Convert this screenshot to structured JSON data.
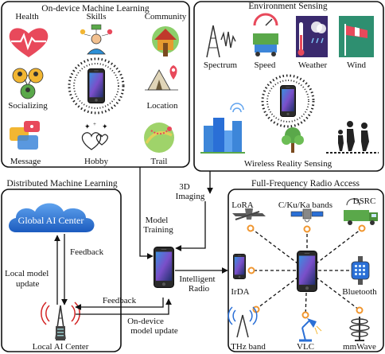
{
  "panels": {
    "on_device": {
      "title": "On-device Machine Learning",
      "top_labels": [
        "Health",
        "Skills",
        "Community"
      ],
      "items": [
        "Socializing",
        "Location",
        "Message",
        "Hobby",
        "Trail"
      ]
    },
    "environment": {
      "title": "Environment Sensing",
      "items": [
        "Spectrum",
        "Speed",
        "Weather",
        "Wind"
      ],
      "subtitle": "Wireless Reality Sensing"
    },
    "distributed": {
      "title": "Distributed Machine Learning",
      "cloud_label": "Global AI Center",
      "feedback_top": "Feedback",
      "local_update_line1": "Local model",
      "local_update_line2": "update",
      "feedback_bottom": "Feedback",
      "ondevice_line1": "On-device",
      "ondevice_line2": "model update",
      "tower_label": "Local AI Center"
    },
    "radio": {
      "title": "Full-Frequency Radio Access",
      "nodes": [
        "LoRA",
        "C/Ku/Ka bands",
        "DSRC",
        "IrDA",
        "Bluetooth",
        "THz band",
        "VLC",
        "mmWave"
      ]
    }
  },
  "center": {
    "imaging_line1": "3D",
    "imaging_line2": "Imaging",
    "training_line1": "Model",
    "training_line2": "Training",
    "radio_line1": "Intelligent",
    "radio_line2": "Radio"
  },
  "colors": {
    "health": "#e8495b",
    "cloud": "#2a6fd6",
    "cloud_light": "#5fa3ee",
    "link_orange": "#f0962f",
    "tower_red": "#d32424",
    "grass": "#5aa84a",
    "sky": "#3d86d9"
  }
}
